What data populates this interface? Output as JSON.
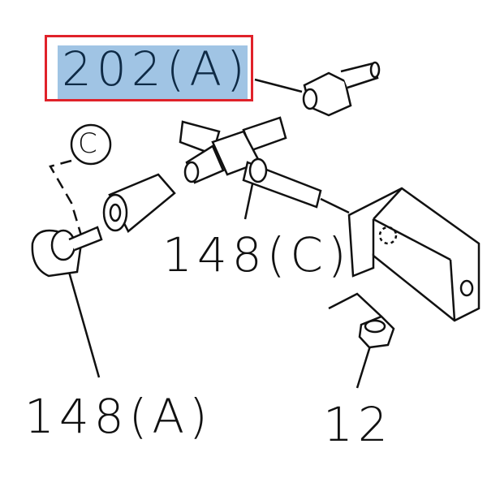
{
  "diagram": {
    "callouts": [
      {
        "id": "202A",
        "text": "202(A)",
        "highlighted": true
      },
      {
        "id": "148C",
        "text": "148(C)"
      },
      {
        "id": "148A",
        "text": "148(A)"
      },
      {
        "id": "12",
        "text": "12"
      },
      {
        "id": "C",
        "text": "C"
      }
    ],
    "highlight_color": "#a0c4e4",
    "highlight_border_color": "#e0222a"
  }
}
